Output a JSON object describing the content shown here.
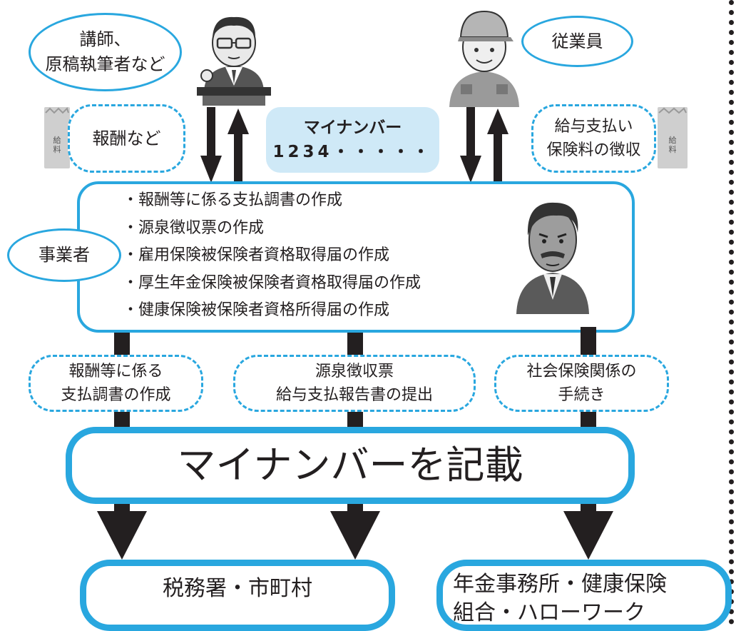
{
  "colors": {
    "accent": "#29a7df",
    "ink": "#231f20",
    "pill": "#cfe9f7",
    "envelope": "#cfcfcf"
  },
  "top_left_ellipse": {
    "line1": "講師、",
    "line2": "原稿執筆者など"
  },
  "top_right_ellipse": {
    "label": "従業員"
  },
  "left_dashed": {
    "label": "報酬など"
  },
  "right_dashed": {
    "line1": "給与支払い",
    "line2": "保険料の徴収"
  },
  "mynumber_pill": {
    "title": "マイナンバー",
    "number": "1234・・・・・"
  },
  "envelope_left": {
    "icon": "salary-envelope-icon",
    "line1": "給",
    "line2": "料"
  },
  "envelope_right": {
    "icon": "salary-envelope-icon",
    "line1": "給",
    "line2": "料"
  },
  "lecturer_figure": {
    "icon": "lecturer-figure"
  },
  "employee_figure": {
    "icon": "employee-figure"
  },
  "employer_figure": {
    "icon": "employer-figure"
  },
  "employer": {
    "label": "事業者",
    "tasks": [
      "・報酬等に係る支払調書の作成",
      "・源泉徴収票の作成",
      "・雇用保険被保険者資格取得届の作成",
      "・厚生年金保険被保険者資格取得届の作成",
      "・健康保険被保険者資格所得届の作成"
    ]
  },
  "mid_dashed": [
    {
      "line1": "報酬等に係る",
      "line2": "支払調書の作成"
    },
    {
      "line1": "源泉徴収票",
      "line2": "給与支払報告書の提出"
    },
    {
      "line1": "社会保険関係の",
      "line2": "手続き"
    }
  ],
  "main_banner": {
    "label": "マイナンバーを記載"
  },
  "destinations": {
    "left": {
      "label": "税務署・市町村"
    },
    "right": {
      "line1": "年金事務所・健康保険",
      "line2": "組合・ハローワーク"
    }
  }
}
